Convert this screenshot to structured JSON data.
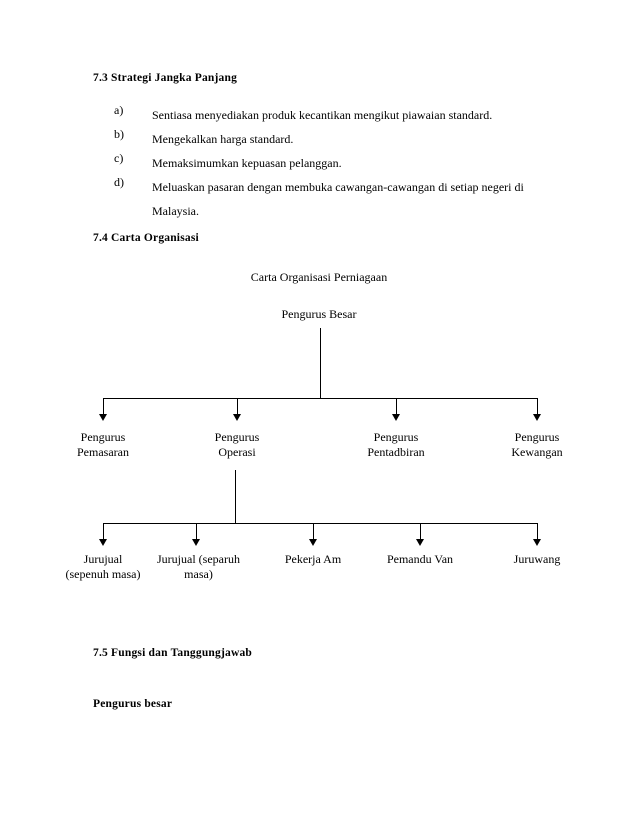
{
  "document": {
    "sections": [
      {
        "id": "s73",
        "number": "7.3",
        "title": "7.3 Strategi Jangka Panjang"
      },
      {
        "id": "s74",
        "number": "7.4",
        "title": "7.4 Carta Organisasi"
      },
      {
        "id": "s75",
        "number": "7.5",
        "title": "7.5 Fungsi dan Tanggungjawab"
      }
    ],
    "subheading": "Pengurus besar",
    "list": [
      {
        "marker": "a)",
        "text": "Sentiasa menyediakan produk kecantikan mengikut piawaian standard."
      },
      {
        "marker": "b)",
        "text": "Mengekalkan harga standard."
      },
      {
        "marker": "c)",
        "text": "Memaksimumkan kepuasan pelanggan."
      },
      {
        "marker": "d)",
        "text": "Meluaskan pasaran dengan membuka cawangan-cawangan di setiap negeri di Malaysia."
      }
    ]
  },
  "chart_data": {
    "type": "diagram",
    "title": "Carta Organisasi Perniagaan",
    "root": {
      "label": "Pengurus Besar"
    },
    "level2": [
      {
        "label_line1": "Pengurus",
        "label_line2": "Pemasaran"
      },
      {
        "label_line1": "Pengurus",
        "label_line2": "Operasi"
      },
      {
        "label_line1": "Pengurus",
        "label_line2": "Pentadbiran"
      },
      {
        "label_line1": "Pengurus",
        "label_line2": "Kewangan"
      }
    ],
    "level3_parent": "Pengurus Operasi",
    "level3": [
      {
        "label_line1": "Jurujual",
        "label_line2": "(sepenuh masa)"
      },
      {
        "label_line1": "Jurujual (separuh",
        "label_line2": "masa)"
      },
      {
        "label_line1": "Pekerja Am",
        "label_line2": ""
      },
      {
        "label_line1": "Pemandu Van",
        "label_line2": ""
      },
      {
        "label_line1": "Juruwang",
        "label_line2": ""
      }
    ],
    "line_color": "#000000"
  }
}
